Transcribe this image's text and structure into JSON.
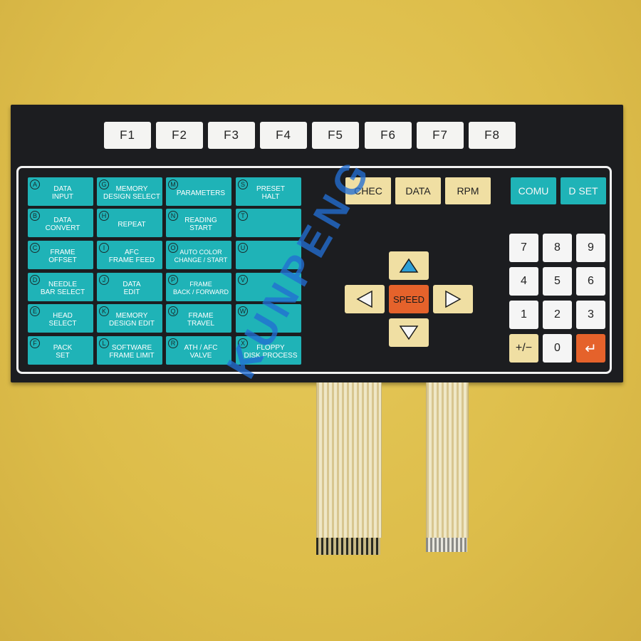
{
  "fkeys": [
    "F1",
    "F2",
    "F3",
    "F4",
    "F5",
    "F6",
    "F7",
    "F8"
  ],
  "tealKeys": [
    {
      "letter": "A",
      "label": "DATA\nINPUT"
    },
    {
      "letter": "G",
      "label": "MEMORY\nDESIGN SELECT"
    },
    {
      "letter": "M",
      "label": "PARAMETERS"
    },
    {
      "letter": "S",
      "label": "PRESET\nHALT"
    },
    {
      "letter": "B",
      "label": "DATA\nCONVERT"
    },
    {
      "letter": "H",
      "label": "REPEAT"
    },
    {
      "letter": "N",
      "label": "READING\nSTART"
    },
    {
      "letter": "T",
      "label": ""
    },
    {
      "letter": "C",
      "label": "FRAME\nOFFSET"
    },
    {
      "letter": "I",
      "label": "AFC\nFRAME FEED"
    },
    {
      "letter": "O",
      "label": "AUTO COLOR\nCHANGE / START"
    },
    {
      "letter": "U",
      "label": ""
    },
    {
      "letter": "D",
      "label": "NEEDLE\nBAR SELECT"
    },
    {
      "letter": "J",
      "label": "DATA\nEDIT"
    },
    {
      "letter": "P",
      "label": "FRAME\nBACK / FORWARD"
    },
    {
      "letter": "V",
      "label": ""
    },
    {
      "letter": "E",
      "label": "HEAD\nSELECT"
    },
    {
      "letter": "K",
      "label": "MEMORY\nDESIGN EDIT"
    },
    {
      "letter": "Q",
      "label": "FRAME\nTRAVEL"
    },
    {
      "letter": "W",
      "label": ""
    },
    {
      "letter": "F",
      "label": "PACK\nSET"
    },
    {
      "letter": "L",
      "label": "SOFTWARE\nFRAME LIMIT"
    },
    {
      "letter": "R",
      "label": "ATH / AFC\nVALVE"
    },
    {
      "letter": "X",
      "label": "FLOPPY\nDISK PROCESS"
    }
  ],
  "controlKeys": {
    "chec": "CHEC",
    "data": "DATA",
    "rpm": "RPM",
    "comu": "COMU",
    "dset": "D SET"
  },
  "arrows": {
    "up": "▲",
    "left": "◀",
    "right": "▶",
    "down": "▼",
    "center": "SPEED"
  },
  "numpad": [
    "7",
    "8",
    "9",
    "4",
    "5",
    "6",
    "1",
    "2",
    "3",
    "+/−",
    "0",
    "↵"
  ],
  "watermark": "KUNPENG"
}
